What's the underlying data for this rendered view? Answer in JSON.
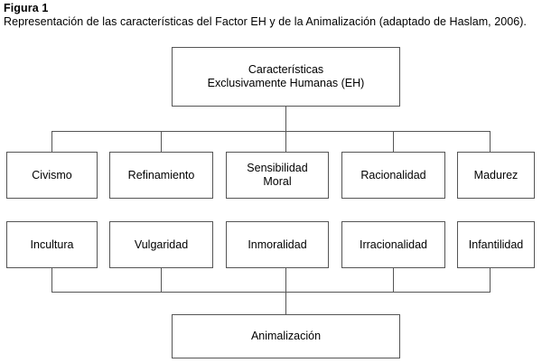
{
  "caption": {
    "label": "Figura 1",
    "text": "Representación de las características del Factor EH y de la Animalización (adaptado de Haslam, 2006)."
  },
  "diagram": {
    "type": "hierarchy-tree",
    "root": {
      "id": "root",
      "line1": "Características",
      "line2": "Exclusivamente Humanas (EH)"
    },
    "bottom": {
      "id": "animalizacion",
      "label": "Animalización"
    },
    "row_humanas": [
      {
        "id": "civismo",
        "label": "Civismo"
      },
      {
        "id": "refinamiento",
        "label": "Refinamiento"
      },
      {
        "id": "sensibilidad-moral",
        "line1": "Sensibilidad",
        "line2": "Moral"
      },
      {
        "id": "racionalidad",
        "label": "Racionalidad"
      },
      {
        "id": "madurez",
        "label": "Madurez"
      }
    ],
    "row_animalizacion": [
      {
        "id": "incultura",
        "label": "Incultura"
      },
      {
        "id": "vulgaridad",
        "label": "Vulgaridad"
      },
      {
        "id": "inmoralidad",
        "label": "Inmoralidad"
      },
      {
        "id": "irracionalidad",
        "label": "Irracionalidad"
      },
      {
        "id": "infantilidad",
        "label": "Infantilidad"
      }
    ],
    "colors": {
      "border": "#555555",
      "background": "#ffffff",
      "text": "#000000"
    }
  }
}
